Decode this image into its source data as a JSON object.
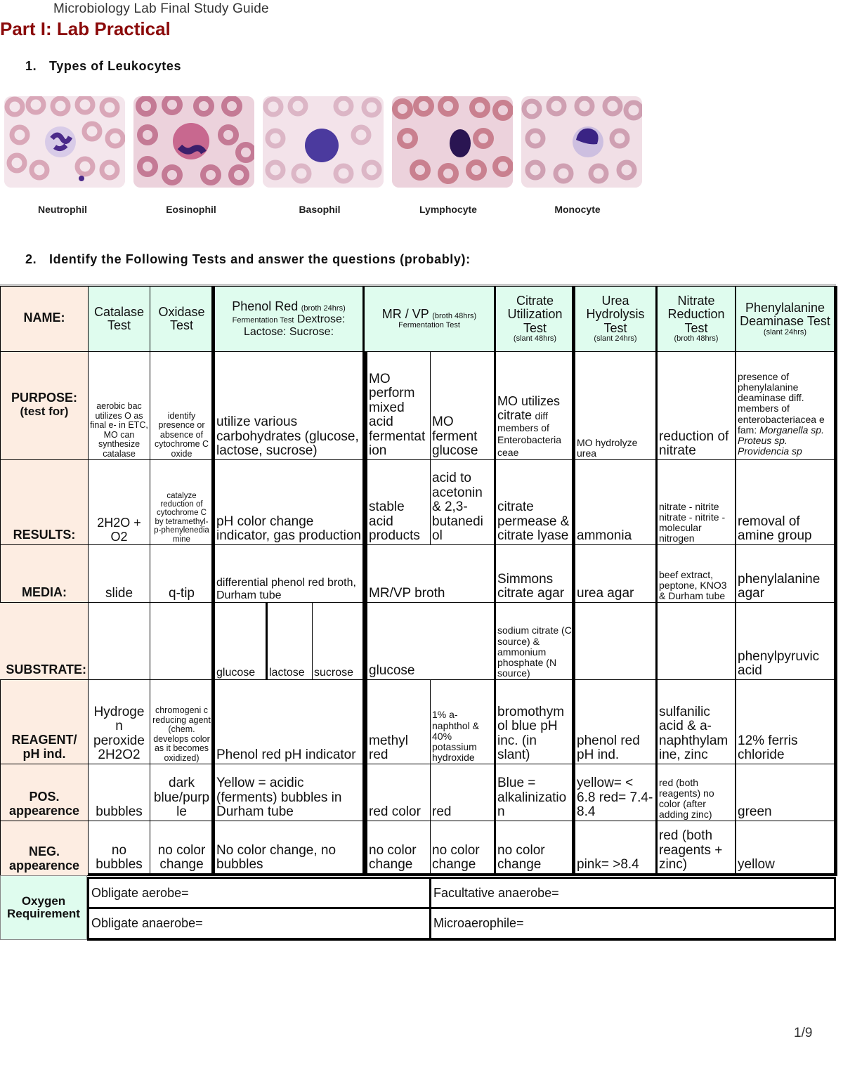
{
  "document": {
    "title": "Microbiology Lab Final Study Guide",
    "part_title": "Part I: Lab Practical",
    "page_number": "1/9"
  },
  "section1": {
    "number": "1.",
    "heading": "Types of Leukocytes",
    "cells": [
      {
        "label": "Neutrophil",
        "image": "neutrophil-micrograph"
      },
      {
        "label": "Eosinophil",
        "image": "eosinophil-micrograph"
      },
      {
        "label": "Basophil",
        "image": "basophil-micrograph"
      },
      {
        "label": "Lymphocyte",
        "image": "lymphocyte-micrograph"
      },
      {
        "label": "Monocyte",
        "image": "monocyte-micrograph"
      }
    ]
  },
  "section2": {
    "number": "2.",
    "heading": "Identify the Following Tests and answer the questions (probably):"
  },
  "colors": {
    "part_title": "#8b0a0a",
    "header_fill": "#dffcee",
    "label_fill": "#fdede2"
  },
  "table": {
    "row_labels": {
      "name": "NAME:",
      "purpose_1": "PURPOSE:",
      "purpose_2": "(test for)",
      "results": "RESULTS:",
      "media": "MEDIA:",
      "substrate": "SUBSTRATE:",
      "reagent_1": "REAGENT/",
      "reagent_2": "pH ind.",
      "pos_1": "POS.",
      "pos_2": "appearence",
      "neg_1": "NEG.",
      "neg_2": "appearence",
      "oxygen_1": "Oxygen",
      "oxygen_2": "Requirement"
    },
    "headers": {
      "catalase": {
        "main": "Catalase Test"
      },
      "oxidase": {
        "main": "Oxidase Test"
      },
      "phenol": {
        "main": "Phenol Red",
        "note": "(broth 24hrs)",
        "sub": "Fermentation Test",
        "tail": "Dextrose:",
        "line3": "Lactose: Sucrose:"
      },
      "mrvp": {
        "main": "MR / VP",
        "note": "(broth 48hrs)",
        "sub": "Fermentation Test"
      },
      "citrate": {
        "main": "Citrate Utilization Test",
        "note": "(slant 48hrs)"
      },
      "urea": {
        "main": "Urea Hydrolysis Test",
        "note": "(slant 24hrs)"
      },
      "nitrate": {
        "main": "Nitrate Reduction Test",
        "note": "(broth 48hrs)"
      },
      "phenylalanine": {
        "main": "Phenylalanine Deaminase Test",
        "note": "(slant 24hrs)"
      }
    },
    "purpose": {
      "catalase": "aerobic bac utilizes O as final e- in ETC, MO can synthesize catalase",
      "oxidase": "identify presence or absence of cytochrome C oxide",
      "phenol": "utilize various carbohydrates (glucose, lactose, sucrose)",
      "mr": "MO perform mixed acid fermentat ion",
      "vp": "MO ferment glucose",
      "citrate_a": "MO utilizes citrate",
      "citrate_b": "diff members of Enterobacteria ceae",
      "urea": "MO hydrolyze urea",
      "nitrate": "reduction of nitrate",
      "phenylalanine_a": "presence of phenylalanine deaminase diff. members of enterobacteriacea e fam:",
      "phenylalanine_b": "Morganella sp. Proteus sp. Providencia sp"
    },
    "results": {
      "catalase": "2H2O + O2",
      "oxidase": "catalyze reduction of cytochrome C by tetramethyl-p-phenylenedia mine",
      "phenol": "pH color change indicator, gas production",
      "mr": "stable acid products",
      "vp": "acid to acetonin & 2,3-butanedi ol",
      "citrate": "citrate permease & citrate lyase",
      "urea": "ammonia",
      "nitrate": "nitrate - nitrite nitrate - nitrite - molecular nitrogen",
      "phenylalanine": "removal of amine group"
    },
    "media": {
      "catalase": "slide",
      "oxidase": "q-tip",
      "phenol": "differential phenol red broth, Durham tube",
      "mrvp": "MR/VP broth",
      "citrate": "Simmons citrate agar",
      "urea": "urea agar",
      "nitrate": "beef extract, peptone, KNO3 & Durham tube",
      "phenylalanine": "phenylalanine agar"
    },
    "substrate": {
      "catalase": "",
      "oxidase": "",
      "phenol_glucose": "glucose",
      "phenol_lactose": "lactose",
      "phenol_sucrose": "sucrose",
      "mrvp": "glucose",
      "citrate": "sodium citrate (C source) & ammonium phosphate (N source)",
      "urea": "",
      "nitrate": "",
      "phenylalanine": "phenylpyruvic acid"
    },
    "reagent": {
      "catalase": "Hydroge n peroxide 2H2O2",
      "oxidase": "chromogeni c reducing agent (chem. develops color as it becomes oxidized)",
      "phenol": "Phenol red pH indicator",
      "mr": "methyl red",
      "vp": "1% a-naphthol & 40% potassium hydroxide",
      "citrate": "bromothym ol blue pH inc. (in slant)",
      "urea": "phenol red pH ind.",
      "nitrate": "sulfanilic acid & a-naphthylam ine, zinc",
      "phenylalanine": "12% ferris chloride"
    },
    "positive": {
      "catalase": "bubbles",
      "oxidase": "dark blue/purp le",
      "phenol": "Yellow = acidic (ferments) bubbles in Durham tube",
      "mr": "red color",
      "vp": "red",
      "citrate": "Blue = alkalinizatio n",
      "urea": "yellow= < 6.8 red= 7.4-8.4",
      "nitrate": "red (both reagents) no color (after adding zinc)",
      "phenylalanine": "green"
    },
    "negative": {
      "catalase": "no bubbles",
      "oxidase": "no color change",
      "phenol": "No color change, no bubbles",
      "mr": "no color change",
      "vp": "no color change",
      "citrate": "no color change",
      "urea": "pink= >8.4",
      "nitrate": "red (both reagents + zinc)",
      "phenylalanine": "yellow"
    },
    "oxygen": {
      "obligate_aerobe": "Obligate aerobe=",
      "facultative_anaerobe": "Facultative anaerobe=",
      "obligate_anaerobe": "Obligate anaerobe=",
      "microaerophile": "Microaerophile="
    }
  }
}
